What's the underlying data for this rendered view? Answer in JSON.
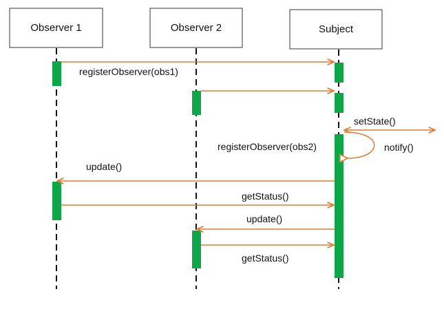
{
  "diagram": {
    "type": "sequence",
    "colors": {
      "message": "#e07a2e",
      "activation": "#0fa64a",
      "lifeline": "#111111",
      "box_border": "#333333"
    },
    "participants": [
      {
        "id": "obs1",
        "label": "Observer 1"
      },
      {
        "id": "obs2",
        "label": "Observer 2"
      },
      {
        "id": "subject",
        "label": "Subject"
      }
    ],
    "messages": [
      {
        "from": "obs1",
        "to": "subject",
        "label": "registerObserver(obs1)"
      },
      {
        "from": "obs2",
        "to": "subject",
        "label": "registerObserver(obs2)"
      },
      {
        "from": "external",
        "to": "subject",
        "label": "setState()"
      },
      {
        "from": "subject",
        "to": "subject",
        "label": "notify()"
      },
      {
        "from": "subject",
        "to": "obs1",
        "label": "update()"
      },
      {
        "from": "obs1",
        "to": "subject",
        "label": "getStatus()"
      },
      {
        "from": "subject",
        "to": "obs2",
        "label": "update()"
      },
      {
        "from": "obs2",
        "to": "subject",
        "label": "getStatus()"
      }
    ]
  }
}
